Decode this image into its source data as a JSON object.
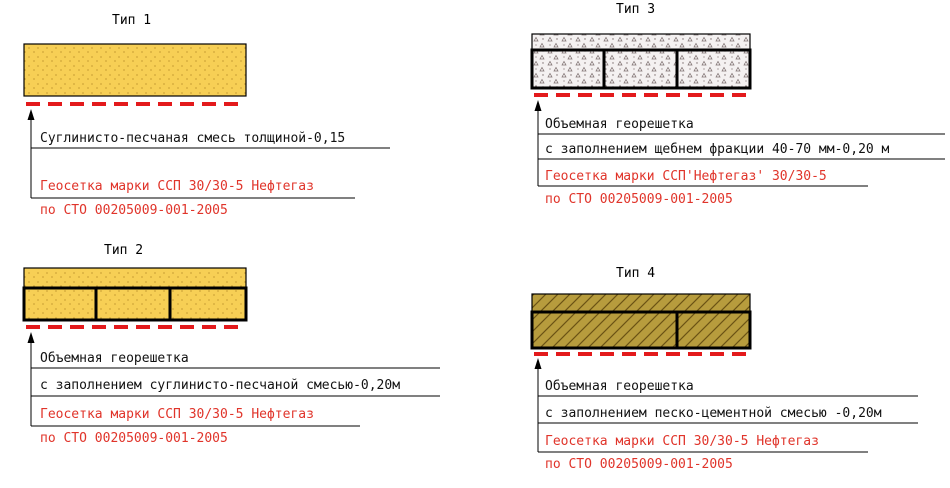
{
  "colors": {
    "sand_fill": "#f7cf55",
    "sand_dot": "#a57b1c",
    "gravel_fill": "#f4f1f1",
    "gravel_mark": "#7a6c6c",
    "cement_fill": "#b79c3d",
    "cement_hatch": "#6b5314",
    "geogrid_red": "#e31a1c",
    "label_red": "#e0342a",
    "ink": "#000000"
  },
  "types": [
    {
      "title": "Тип 1",
      "material": "sand",
      "lines": [
        {
          "text": "Суглинисто-песчаная смесь толщиной-0,15",
          "color": "black"
        },
        {
          "text": "Геосетка марки ССП 30/30-5 Нефтегаз",
          "color": "red"
        },
        {
          "text": "по СТО 00205009-001-2005",
          "color": "red"
        }
      ]
    },
    {
      "title": "Тип 2",
      "material": "sand",
      "lines": [
        {
          "text": "Объемная георешетка",
          "color": "black"
        },
        {
          "text": "с заполнением суглинисто-песчаной смесью-0,20м",
          "color": "black"
        },
        {
          "text": "Геосетка марки ССП 30/30-5 Нефтегаз",
          "color": "red"
        },
        {
          "text": "по СТО 00205009-001-2005",
          "color": "red"
        }
      ]
    },
    {
      "title": "Тип 3",
      "material": "gravel",
      "lines": [
        {
          "text": "Объемная георешетка",
          "color": "black"
        },
        {
          "text": "с заполнением щебнем фракции 40-70 мм-0,20 м",
          "color": "black"
        },
        {
          "text": "Геосетка марки ССП'Нефтегаз' 30/30-5",
          "color": "red"
        },
        {
          "text": "по СТО 00205009-001-2005",
          "color": "red"
        }
      ]
    },
    {
      "title": "Тип 4",
      "material": "cement",
      "lines": [
        {
          "text": "Объемная георешетка",
          "color": "black"
        },
        {
          "text": "с заполнением песко-цементной смесью -0,20м",
          "color": "black"
        },
        {
          "text": "Геосетка марки ССП 30/30-5 Нефтегаз",
          "color": "red"
        },
        {
          "text": "по СТО 00205009-001-2005",
          "color": "red"
        }
      ]
    }
  ]
}
